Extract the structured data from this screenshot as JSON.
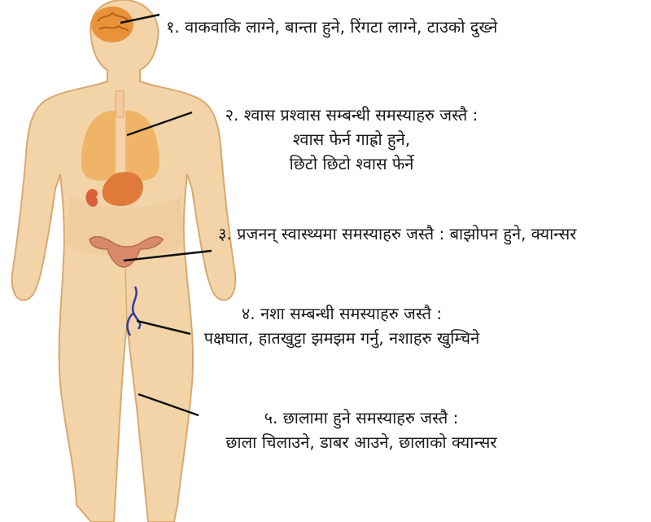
{
  "labels": {
    "l1": {
      "text": "१. वाकवाकि लाग्ने, बान्ता हुने, रिंगटा लाग्ने, टाउको दुख्ने"
    },
    "l2": {
      "title": "२. श्वास प्रश्वास सम्बन्धी समस्याहरु जस्तै :",
      "line1": "श्वास फेर्न गाह्रो हुने,",
      "line2": "छिटो छिटो श्वास फेर्ने"
    },
    "l3": {
      "text": "३. प्रजनन् स्वास्थ्यमा समस्याहरु जस्तै : बाझोपन हुने, क्यान्सर"
    },
    "l4": {
      "title": "४. नशा सम्बन्धी समस्याहरु जस्तै :",
      "line1": "पक्षघात, हातखुट्टा झमझम गर्नु, नशाहरु खुम्चिने"
    },
    "l5": {
      "title": "५. छालामा हुने समस्याहरु जस्तै :",
      "line1": "छाला चिलाउने, डाबर आउने, छालाको क्यान्सर"
    }
  },
  "colors": {
    "skin": "#f3d4a8",
    "skin_outline": "#d9a86e",
    "brain": "#e8923a",
    "lungs": "#f0b060",
    "organ": "#e07a3a",
    "uterus": "#d98a6a",
    "vein": "#2e3e9e",
    "leader_line": "#111111"
  }
}
